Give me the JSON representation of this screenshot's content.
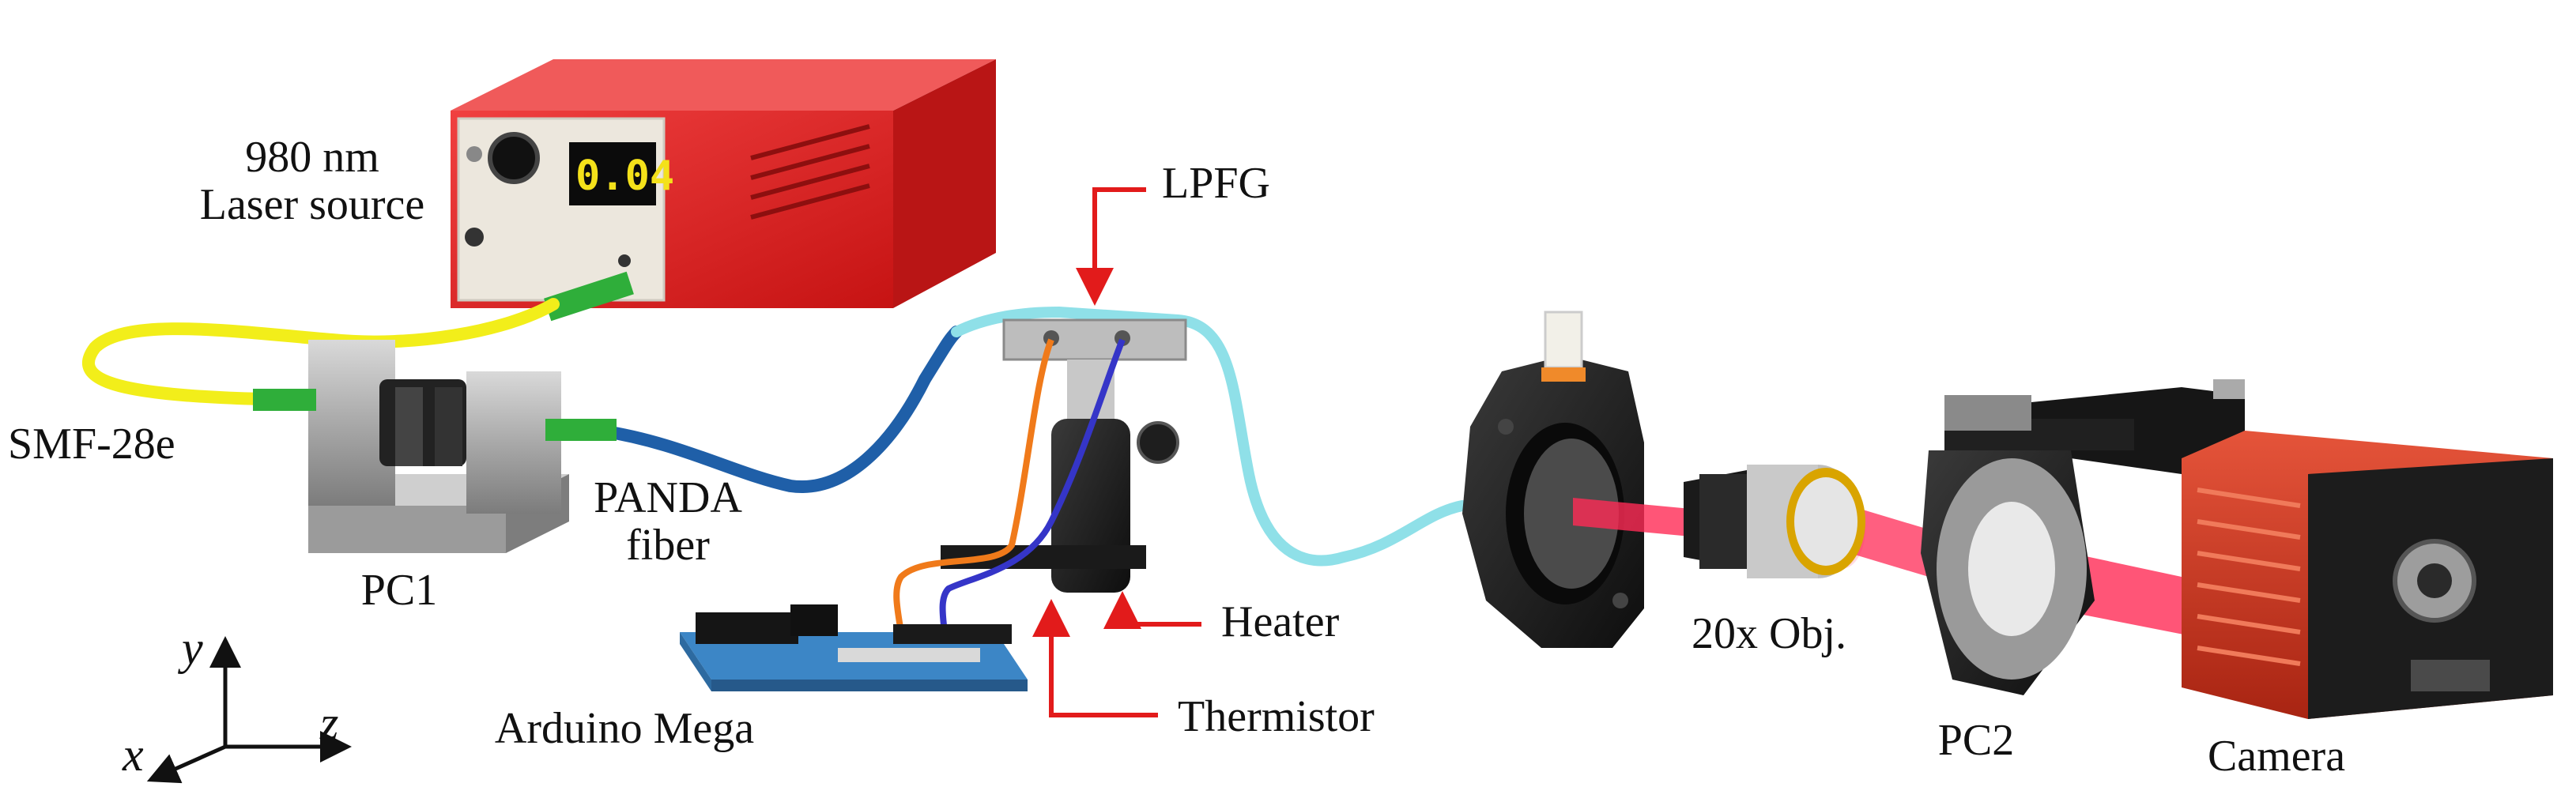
{
  "diagram": {
    "labels": {
      "laser": [
        "980 nm",
        "Laser source"
      ],
      "smf": "SMF-28e",
      "pc1": "PC1",
      "panda": [
        "PANDA",
        "fiber"
      ],
      "lpfg": "LPFG",
      "heater": "Heater",
      "thermistor": "Thermistor",
      "arduino": "Arduino Mega",
      "objective": "20x Obj.",
      "pc2": "PC2",
      "camera": "Camera"
    },
    "laser_display": "0.04",
    "axes": {
      "x": "x",
      "y": "y",
      "z": "z"
    },
    "colors": {
      "laser_body": "#e31e1e",
      "smf_fiber": "#f2ee1a",
      "panda_fiber": "#1f5fa8",
      "lpfg_fiber": "#8fe0e8",
      "connector": "#2fae3a",
      "callout_arrow": "#e21b1b",
      "beam": "#ff2a55",
      "mount": "#1c1c1c",
      "camera_body": "#d7371f"
    }
  }
}
